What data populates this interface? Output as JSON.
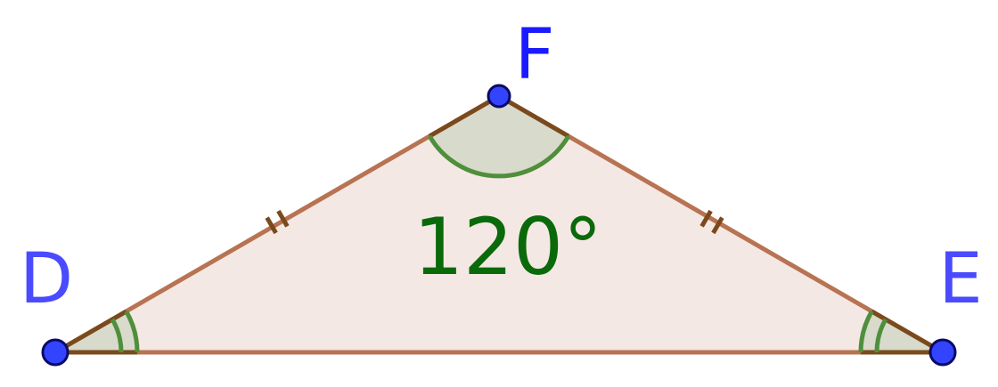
{
  "colors": {
    "fill": "#f4e8e4",
    "side": "#b87352",
    "side_dark": "#7a4a1c",
    "angle_fill": "#d8dacb",
    "angle_arc": "#4f8f3b",
    "angle_text": "#0a6a0a",
    "point_fill": "#3344ff",
    "point_stroke": "#0a0a66",
    "label_D": "#4a4aff",
    "label_E": "#4a4aff",
    "label_F": "#1a1aff"
  },
  "vertices": {
    "D": {
      "label": "D"
    },
    "E": {
      "label": "E"
    },
    "F": {
      "label": "F"
    }
  },
  "angle_F": {
    "label": "120°"
  },
  "tick_marks": {
    "DF": 2,
    "FE": 2
  }
}
